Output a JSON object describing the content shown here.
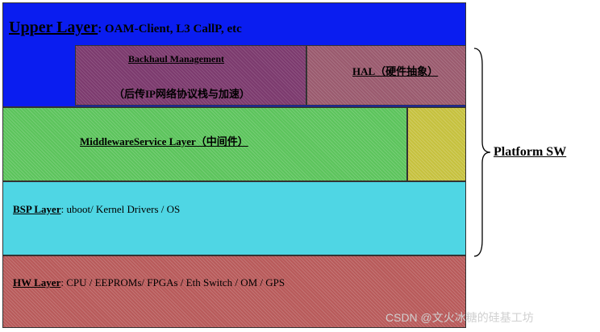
{
  "upper": {
    "name": "Upper Layer",
    "detail": ": OAM-Client, L3 CallP, etc"
  },
  "backhaul": {
    "name": "Backhaul Management",
    "detail": "（后传IP网络协议栈与加速）"
  },
  "hal": {
    "name": "HAL（硬件抽象）"
  },
  "middleware": {
    "name": "MiddlewareService Layer（中间件）"
  },
  "bsp": {
    "name": "BSP Layer",
    "detail": ": uboot/ Kernel Drivers / OS"
  },
  "hw": {
    "name": "HW Layer",
    "detail": ": CPU / EEPROMs/ FPGAs / Eth Switch / OM / GPS"
  },
  "platform": {
    "label": "Platform SW"
  },
  "watermark": "CSDN @文火冰糖的硅基工坊",
  "colors": {
    "upper": "#0a1df0",
    "backhaul": "#7c3a6e",
    "hal": "#9a5a6e",
    "middleware": "#5cc45c",
    "yellow": "#c6c13e",
    "bsp": "#4fd6e4",
    "hw": "#b85a5a"
  }
}
